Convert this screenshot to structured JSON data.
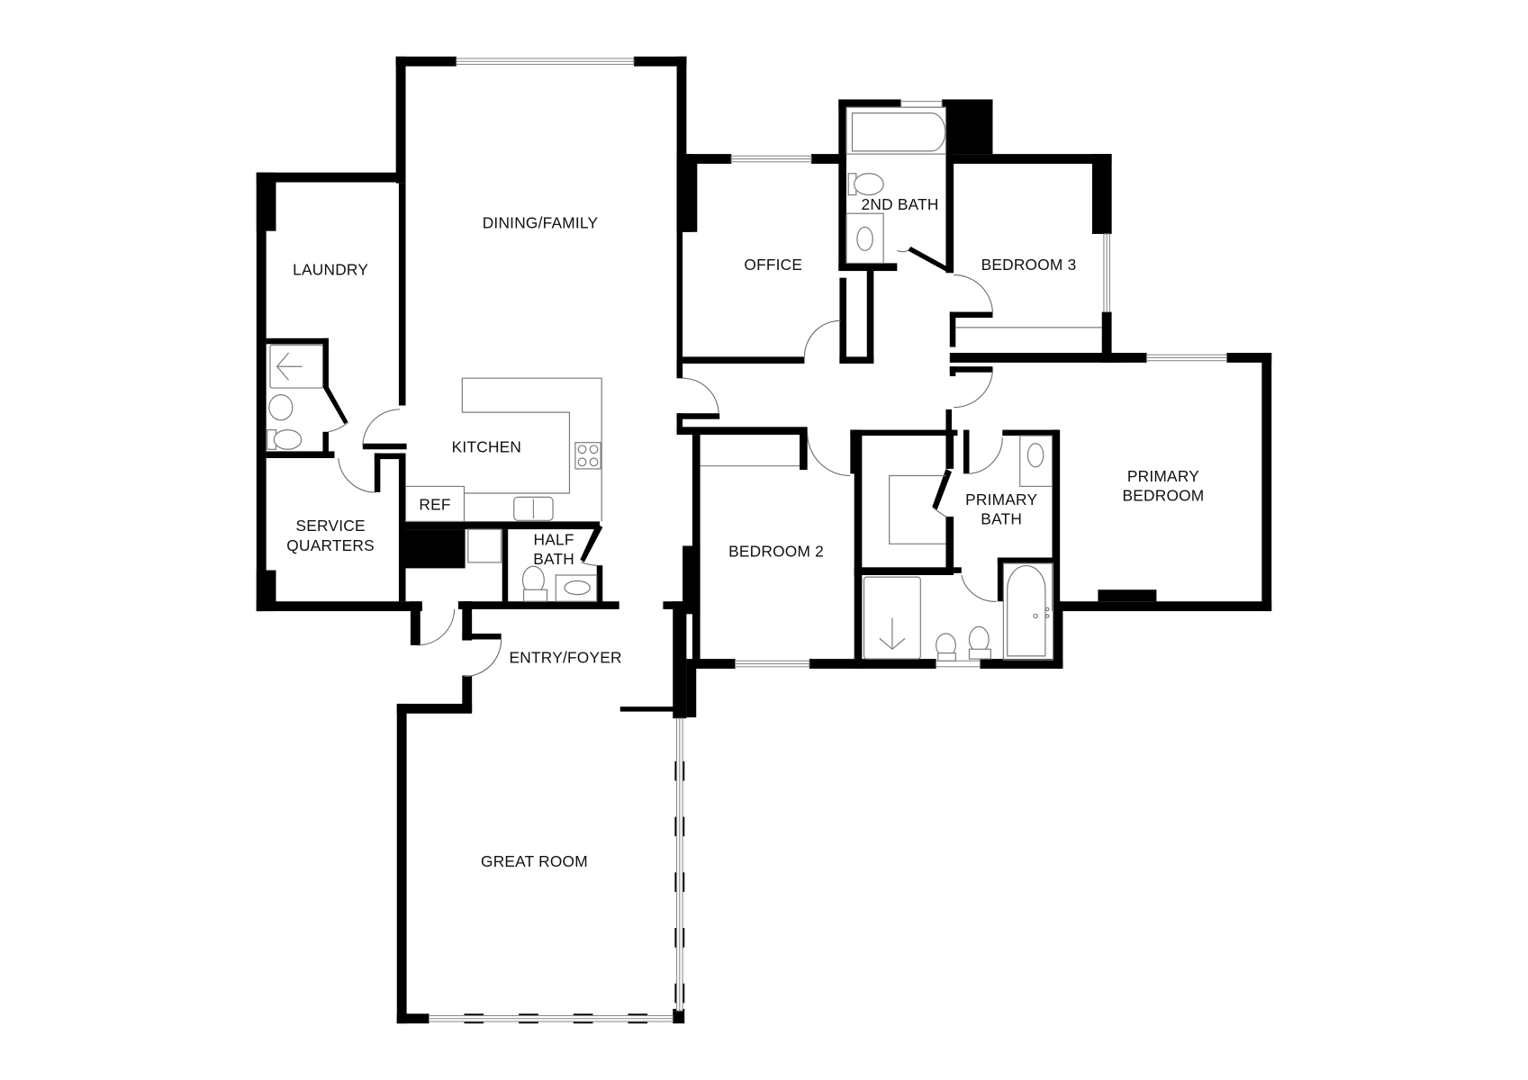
{
  "floorplan": {
    "wall_color": "#000000",
    "background_color": "#ffffff",
    "fixture_line_color": "#7a7a7a",
    "rooms": [
      {
        "id": "dining-family",
        "label": "DINING/FAMILY"
      },
      {
        "id": "laundry",
        "label": "LAUNDRY"
      },
      {
        "id": "kitchen",
        "label": "KITCHEN"
      },
      {
        "id": "ref",
        "label": "REF"
      },
      {
        "id": "service-quarters",
        "label_line1": "SERVICE",
        "label_line2": "QUARTERS"
      },
      {
        "id": "half-bath",
        "label_line1": "HALF",
        "label_line2": "BATH"
      },
      {
        "id": "entry-foyer",
        "label": "ENTRY/FOYER"
      },
      {
        "id": "great-room",
        "label": "GREAT ROOM"
      },
      {
        "id": "office",
        "label": "OFFICE"
      },
      {
        "id": "second-bath",
        "label": "2ND BATH"
      },
      {
        "id": "bedroom-3",
        "label": "BEDROOM 3"
      },
      {
        "id": "bedroom-2",
        "label": "BEDROOM 2"
      },
      {
        "id": "primary-bath",
        "label_line1": "PRIMARY",
        "label_line2": "BATH"
      },
      {
        "id": "primary-bedroom",
        "label_line1": "PRIMARY",
        "label_line2": "BEDROOM"
      }
    ]
  }
}
